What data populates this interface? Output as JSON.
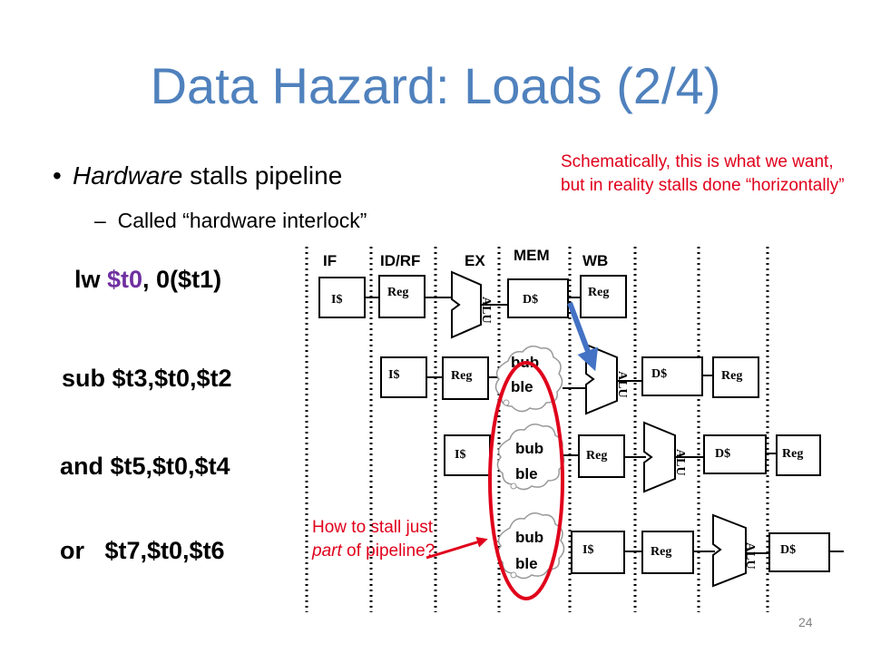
{
  "title": "Data Hazard: Loads (2/4)",
  "bullet": {
    "emph": "Hardware",
    "rest": " stalls pipeline"
  },
  "sub_bullet": "Called “hardware interlock”",
  "note": "Schematically, this is what we want, but in reality stalls done “horizontally”",
  "question": {
    "pre": "How to stall just ",
    "emph": "part",
    "post": " of pipeline?"
  },
  "stages": [
    "IF",
    "ID/RF",
    "EX",
    "MEM",
    "WB"
  ],
  "instructions": [
    {
      "op": "lw ",
      "reg": "$t0",
      "rest": ", 0($t1)"
    },
    {
      "op": "sub $t3,$t0,$t2"
    },
    {
      "op": "and $t5,$t0,$t4"
    },
    {
      "op": "or   $t7,$t0,$t6"
    }
  ],
  "labels": {
    "icache": "I$",
    "reg": "Reg",
    "alu": "ALU",
    "dcache": "D$",
    "bubble_1": "bub",
    "bubble_2": "ble"
  },
  "page_number": "24",
  "colors": {
    "title": "#4F81BD",
    "note": "#E0001B",
    "reg_highlight": "#7030A0",
    "arrow_blue": "#4472C4"
  }
}
